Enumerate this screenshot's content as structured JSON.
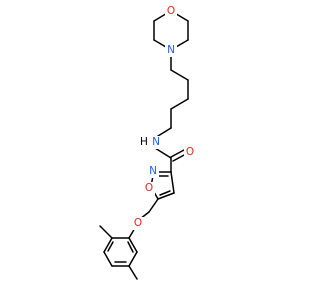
{
  "molecule": {
    "atom_labels": {
      "morpholine_o": "O",
      "morpholine_n": "N",
      "amide_n": "N",
      "amide_h": "H",
      "carbonyl_o": "O",
      "isoxazole_n": "N",
      "isoxazole_o": "O",
      "ether_o": "O"
    }
  },
  "colors": {
    "bond": "#000000",
    "carbon": "#000000",
    "nitrogen": "#1f5fff",
    "oxygen": "#e8261f",
    "background": "#ffffff"
  }
}
